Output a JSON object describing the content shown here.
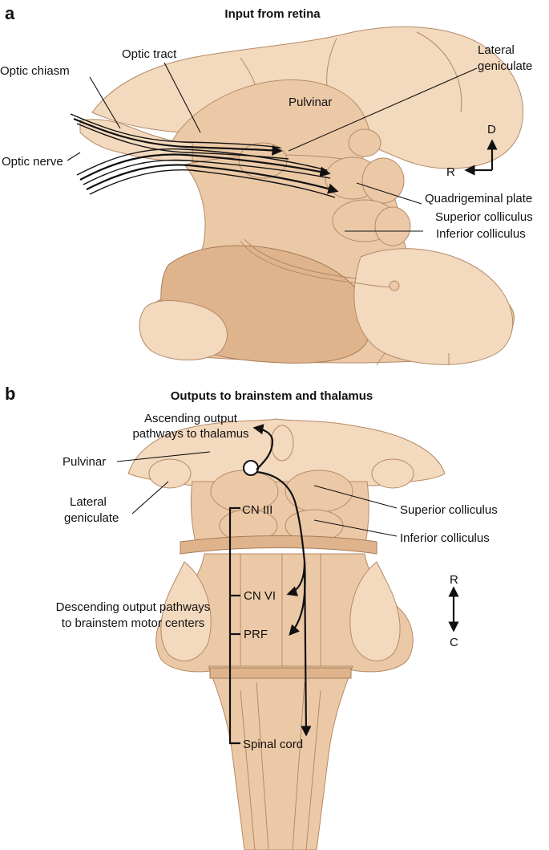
{
  "panel_a": {
    "letter": "a",
    "title": "Input from retina",
    "labels": {
      "optic_tract": "Optic tract",
      "optic_chiasm": "Optic chiasm",
      "optic_nerve": "Optic nerve",
      "pulvinar": "Pulvinar",
      "lateral_geniculate_1": "Lateral",
      "lateral_geniculate_2": "geniculate",
      "quadrigeminal_plate": "Quadrigeminal plate",
      "superior_colliculus": "Superior colliculus",
      "inferior_colliculus": "Inferior colliculus"
    },
    "orientation": {
      "vertical": "D",
      "horizontal": "R"
    }
  },
  "panel_b": {
    "letter": "b",
    "title": "Outputs to brainstem and thalamus",
    "labels": {
      "ascending_1": "Ascending output",
      "ascending_2": "pathways to thalamus",
      "pulvinar": "Pulvinar",
      "lateral_geniculate_1": "Lateral",
      "lateral_geniculate_2": "geniculate",
      "cn_iii": "CN III",
      "superior_colliculus": "Superior colliculus",
      "inferior_colliculus": "Inferior colliculus",
      "descending_1": "Descending output pathways",
      "descending_2": "to brainstem motor centers",
      "cn_vi": "CN VI",
      "prf": "PRF",
      "spinal_cord": "Spinal cord"
    },
    "orientation": {
      "top": "R",
      "bottom": "C"
    }
  },
  "colors": {
    "tissue": "#ecc9a6",
    "tissue_light": "#f3d9bd",
    "tissue_dark": "#dfb48d",
    "ink": "#111111"
  }
}
